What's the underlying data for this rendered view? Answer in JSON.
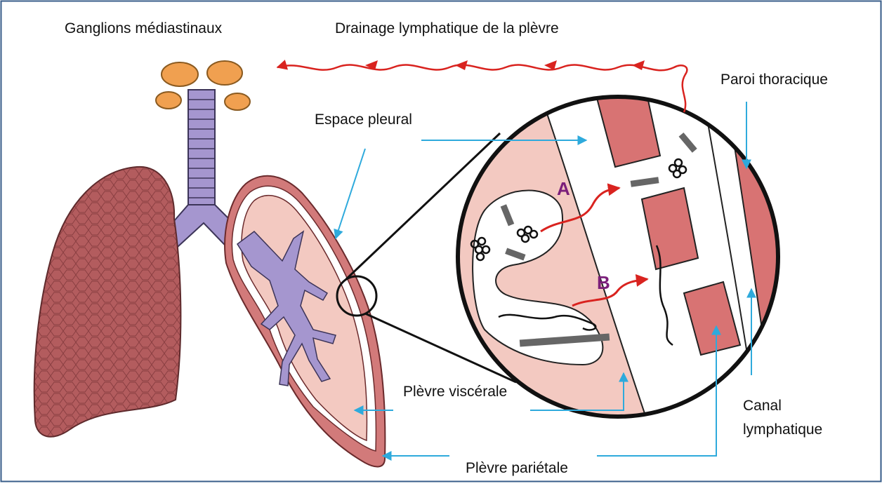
{
  "labels": {
    "mediastinal_nodes": "Ganglions médiastinaux",
    "pleural_drainage": "Drainage lymphatique de la plèvre",
    "chest_wall": "Paroi thoracique",
    "pleural_space": "Espace pleural",
    "visceral_pleura": "Plèvre viscérale",
    "parietal_pleura": "Plèvre pariétale",
    "lymphatic_canal_line1": "Canal",
    "lymphatic_canal_line2": "lymphatique",
    "route_a": "A",
    "route_b": "B"
  },
  "colors": {
    "frame": "#385d8a",
    "label_arrow": "#2eaadc",
    "drainage_arrow": "#d9231f",
    "lung": "#b35c5e",
    "lung_tissue": "#f3c9c1",
    "pleura": "#d27a7a",
    "airway": "#a596cf",
    "lymph_node": "#f0a050",
    "muscle": "#d87373",
    "route_letter": "#7b1f7a"
  }
}
